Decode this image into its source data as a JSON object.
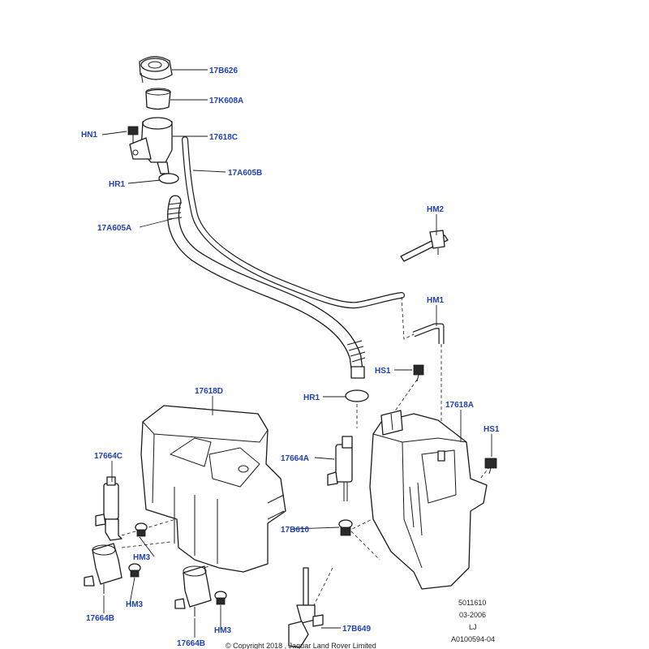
{
  "labels": {
    "p17b626": "17B626",
    "p17k608a": "17K608A",
    "hn1": "HN1",
    "p17618c": "17618C",
    "p17a605b": "17A605B",
    "hr1_top": "HR1",
    "p17a605a": "17A605A",
    "hm2": "HM2",
    "hm1": "HM1",
    "hs1_mid": "HS1",
    "hr1_mid": "HR1",
    "p17618d": "17618D",
    "p17618a": "17618A",
    "hs1_right": "HS1",
    "p17664c": "17664C",
    "p17664a": "17664A",
    "hm3_left": "HM3",
    "hm3_mid": "HM3",
    "p17b610": "17B610",
    "hm3_bottom": "HM3",
    "p17664b_left": "17664B",
    "p17664b_bottom": "17664B",
    "p17b649": "17B649"
  },
  "meta": {
    "ref_code": "5011610",
    "date": "03-2006",
    "initials": "LJ",
    "illustration_id": "A0100594-04",
    "copyright": "© Copyright  2018 , Jaguar Land Rover Limited"
  },
  "colors": {
    "label_blue": "#1f3fb4",
    "line": "#1a1a1a"
  }
}
